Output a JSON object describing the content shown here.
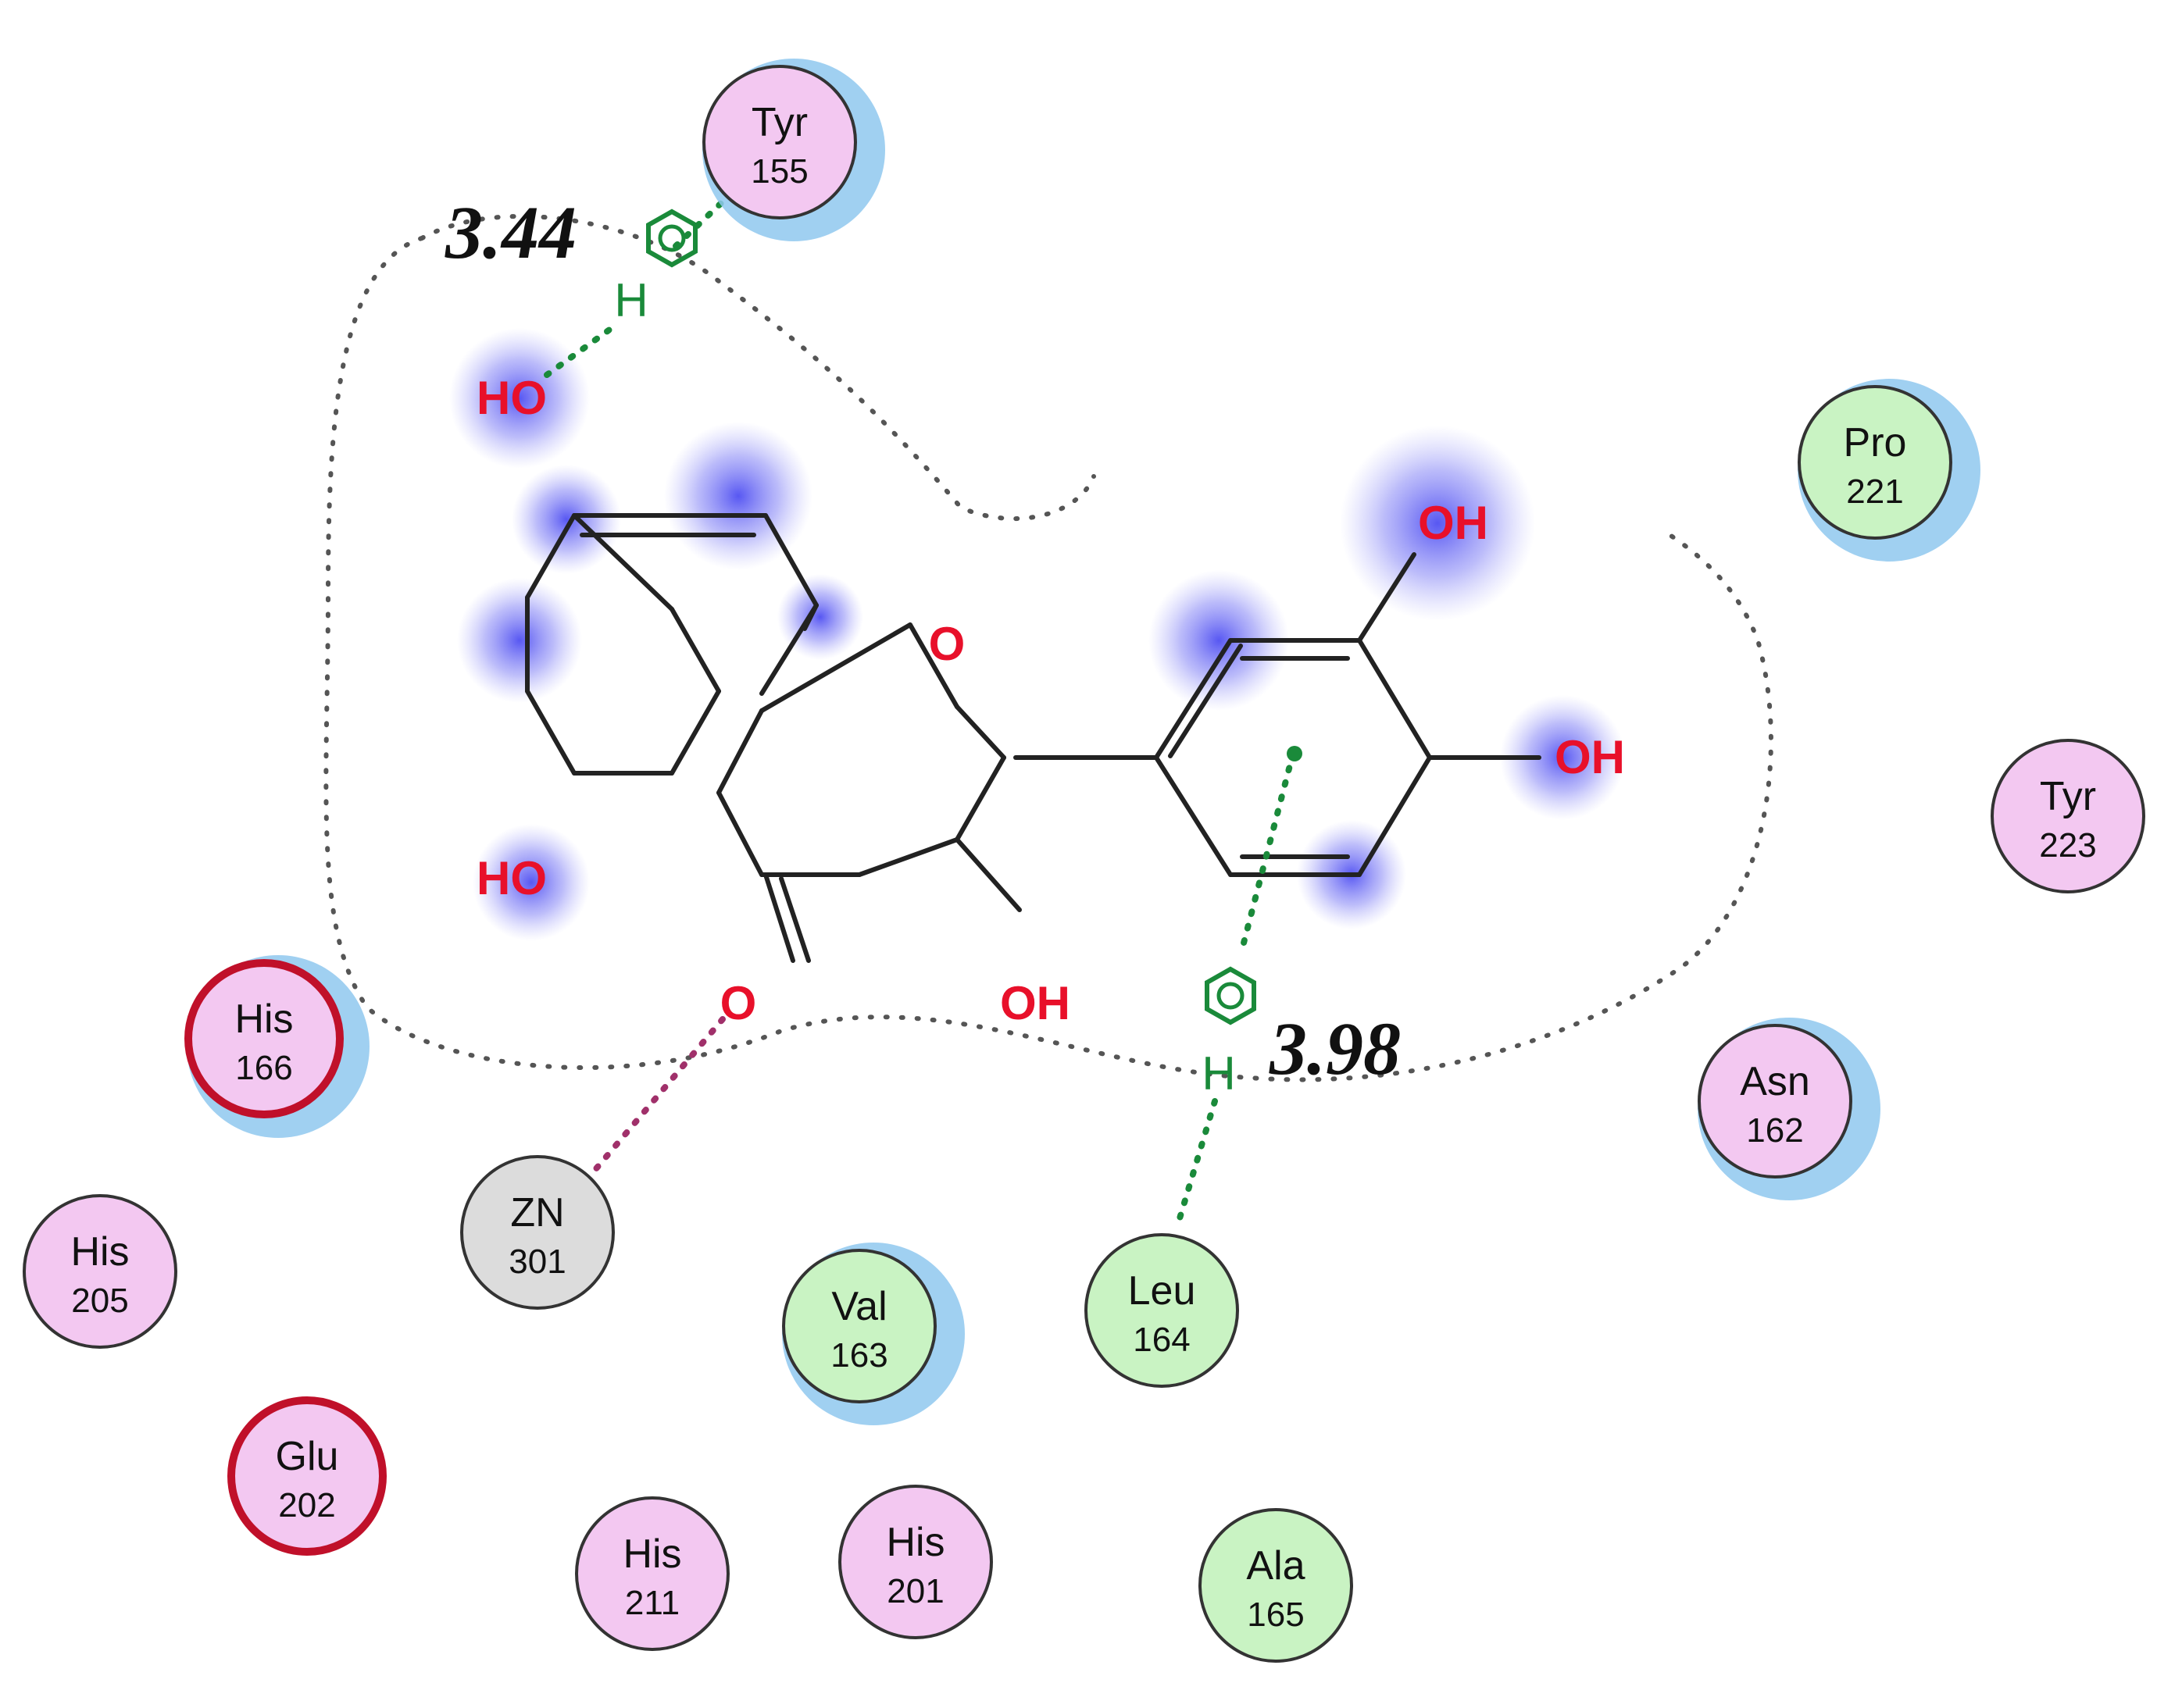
{
  "colors": {
    "pocket_line": "#555555",
    "bond": "#222222",
    "heteroatom": "#e8102a",
    "pi_interaction": "#1a8a3a",
    "metal_interaction": "#a0306a",
    "halo_blue": "#4444ee",
    "solvent_halo": "#8fc8ee",
    "polar_residue_fill": "#f3c8f1",
    "hydrophobic_residue_fill": "#c9f3c3",
    "metal_fill": "#dcdcdc",
    "acidic_border": "#c0102a"
  },
  "ligand": {
    "atoms": {
      "ho_top": "HO",
      "ho_bottom": "HO",
      "oh_right_top": "OH",
      "oh_right": "OH",
      "oh_bottom": "OH",
      "ring_o": "O",
      "carbonyl_o": "O"
    }
  },
  "interactions": {
    "pi_top": {
      "distance": "3.44",
      "h": "H",
      "icon": "benzene-ring-icon"
    },
    "pi_bottom": {
      "distance": "3.98",
      "h": "H",
      "icon": "benzene-ring-icon"
    }
  },
  "residues": [
    {
      "id": "tyr155",
      "name": "Tyr",
      "number": "155",
      "kind": "polar",
      "border": "normal",
      "solvent_exposed": true
    },
    {
      "id": "pro221",
      "name": "Pro",
      "number": "221",
      "kind": "hydrophobic",
      "border": "normal",
      "solvent_exposed": true
    },
    {
      "id": "tyr223",
      "name": "Tyr",
      "number": "223",
      "kind": "polar",
      "border": "normal",
      "solvent_exposed": false
    },
    {
      "id": "asn162",
      "name": "Asn",
      "number": "162",
      "kind": "polar",
      "border": "normal",
      "solvent_exposed": true
    },
    {
      "id": "his166",
      "name": "His",
      "number": "166",
      "kind": "polar",
      "border": "acidic",
      "solvent_exposed": true
    },
    {
      "id": "his205",
      "name": "His",
      "number": "205",
      "kind": "polar",
      "border": "normal",
      "solvent_exposed": false
    },
    {
      "id": "zn301",
      "name": "ZN",
      "number": "301",
      "kind": "metal",
      "border": "normal",
      "solvent_exposed": false
    },
    {
      "id": "val163",
      "name": "Val",
      "number": "163",
      "kind": "hydrophobic",
      "border": "normal",
      "solvent_exposed": true
    },
    {
      "id": "leu164",
      "name": "Leu",
      "number": "164",
      "kind": "hydrophobic",
      "border": "normal",
      "solvent_exposed": false
    },
    {
      "id": "glu202",
      "name": "Glu",
      "number": "202",
      "kind": "polar",
      "border": "acidic",
      "solvent_exposed": false
    },
    {
      "id": "his211",
      "name": "His",
      "number": "211",
      "kind": "polar",
      "border": "normal",
      "solvent_exposed": false
    },
    {
      "id": "his201",
      "name": "His",
      "number": "201",
      "kind": "polar",
      "border": "normal",
      "solvent_exposed": false
    },
    {
      "id": "ala165",
      "name": "Ala",
      "number": "165",
      "kind": "hydrophobic",
      "border": "normal",
      "solvent_exposed": false
    }
  ]
}
